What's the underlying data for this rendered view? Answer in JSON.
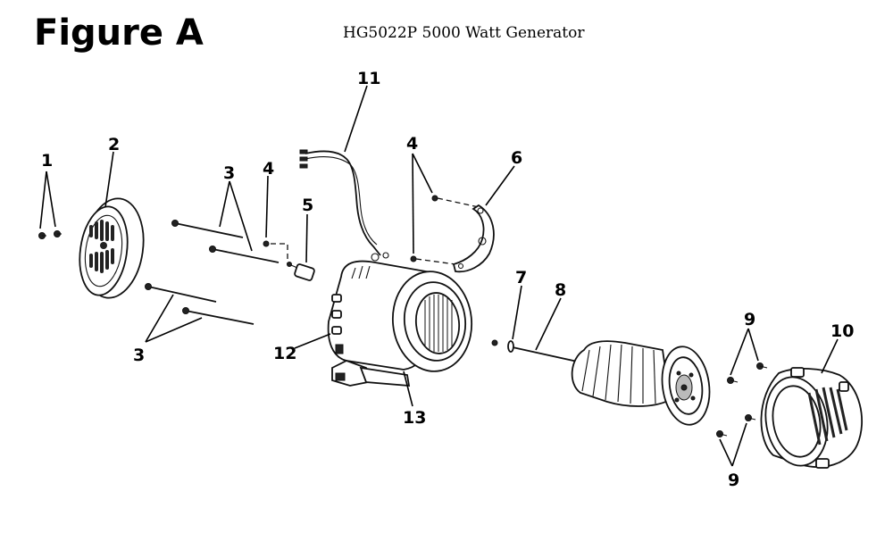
{
  "figure_title": "Figure A",
  "subtitle": "HG5022P 5000 Watt Generator",
  "callouts": {
    "c1": "1",
    "c2": "2",
    "c3a": "3",
    "c3b": "3",
    "c4a": "4",
    "c4b": "4",
    "c5": "5",
    "c6": "6",
    "c7": "7",
    "c8": "8",
    "c9a": "9",
    "c9b": "9",
    "c10": "10",
    "c11": "11",
    "c12": "12",
    "c13": "13"
  }
}
